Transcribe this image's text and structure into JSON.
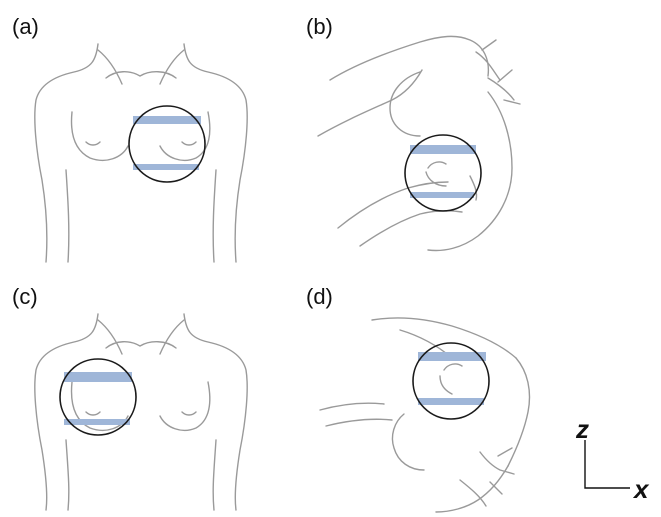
{
  "panels": [
    {
      "label": "(a)"
    },
    {
      "label": "(b)"
    },
    {
      "label": "(c)"
    },
    {
      "label": "(d)"
    }
  ],
  "axes": {
    "vertical": "z",
    "horizontal": "x"
  },
  "colors": {
    "plate": "#9fb6d8",
    "outline": "#9a9a9a",
    "ring": "#1a1a1a"
  }
}
